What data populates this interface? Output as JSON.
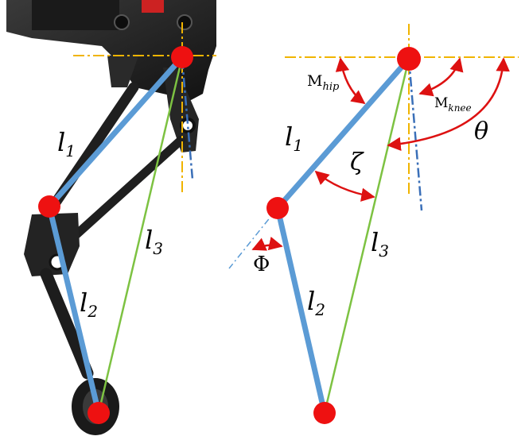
{
  "labels": {
    "l": "l",
    "l1_sub": "1",
    "l2_sub": "2",
    "l3_sub": "3",
    "m": "M",
    "m_hip_sub": "hip",
    "m_knee_sub": "knee",
    "theta": "θ",
    "zeta": "ζ",
    "phi": "Φ"
  },
  "colors": {
    "link": "#5b9bd5",
    "link3": "#7dc242",
    "joint": "#ee1111",
    "axis": "#f0b400",
    "arrow": "#dd1111",
    "dashblue": "#3a6fb8"
  }
}
